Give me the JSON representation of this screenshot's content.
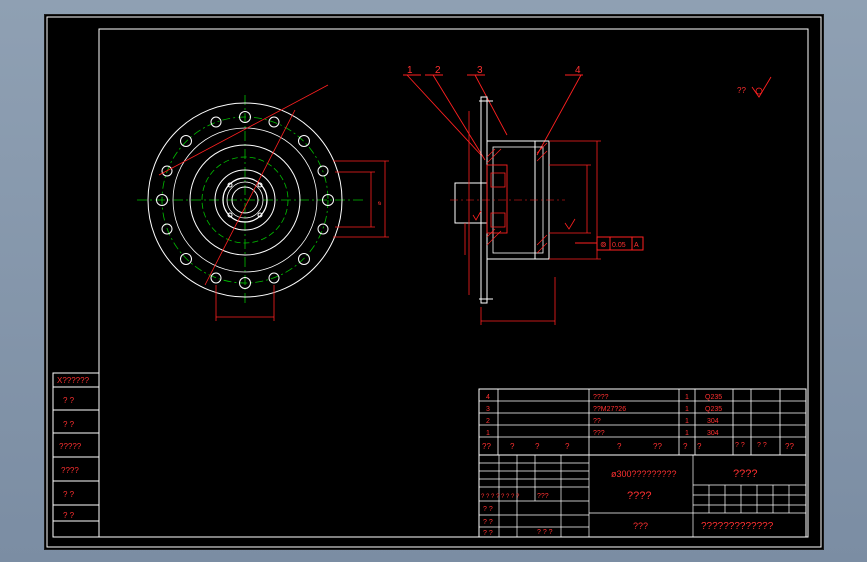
{
  "colors": {
    "background": "#000000",
    "frame": "#ffffff",
    "dimension": "#ff2020",
    "centerline": "#00c000",
    "text_red": "#ff3030"
  },
  "side_view": {
    "balloons": [
      "1",
      "2",
      "3",
      "4"
    ],
    "tolerance_frame": [
      "⊚",
      "0.05",
      "A"
    ]
  },
  "roughness_note": "??",
  "left_title_strip": [
    "X??????",
    "? ?",
    "? ?",
    "?????",
    "????",
    "? ?",
    "? ?"
  ],
  "parts_list": [
    {
      "no": "4",
      "name": "????",
      "qty": "1",
      "material": "Q235"
    },
    {
      "no": "3",
      "name": "??M27?26",
      "qty": "1",
      "material": "Q235"
    },
    {
      "no": "2",
      "name": "??",
      "qty": "1",
      "material": "304"
    },
    {
      "no": "1",
      "name": "???",
      "qty": "1",
      "material": "304"
    }
  ],
  "parts_header": [
    "??",
    "?",
    "?",
    "?",
    "?",
    "??",
    "?",
    "?",
    "? ?",
    "? ?",
    "??"
  ],
  "title_block": {
    "product_name": "ø300?????????",
    "drawing_name": "????",
    "company": "?????????????",
    "scale_label": "????",
    "unit_label": "???",
    "sign_rows": [
      "? ? ? ? ? ? ? ?",
      "? ?",
      "? ?",
      "? ?"
    ],
    "sign_mid": "???",
    "sign_bottom": "? ? ?"
  }
}
